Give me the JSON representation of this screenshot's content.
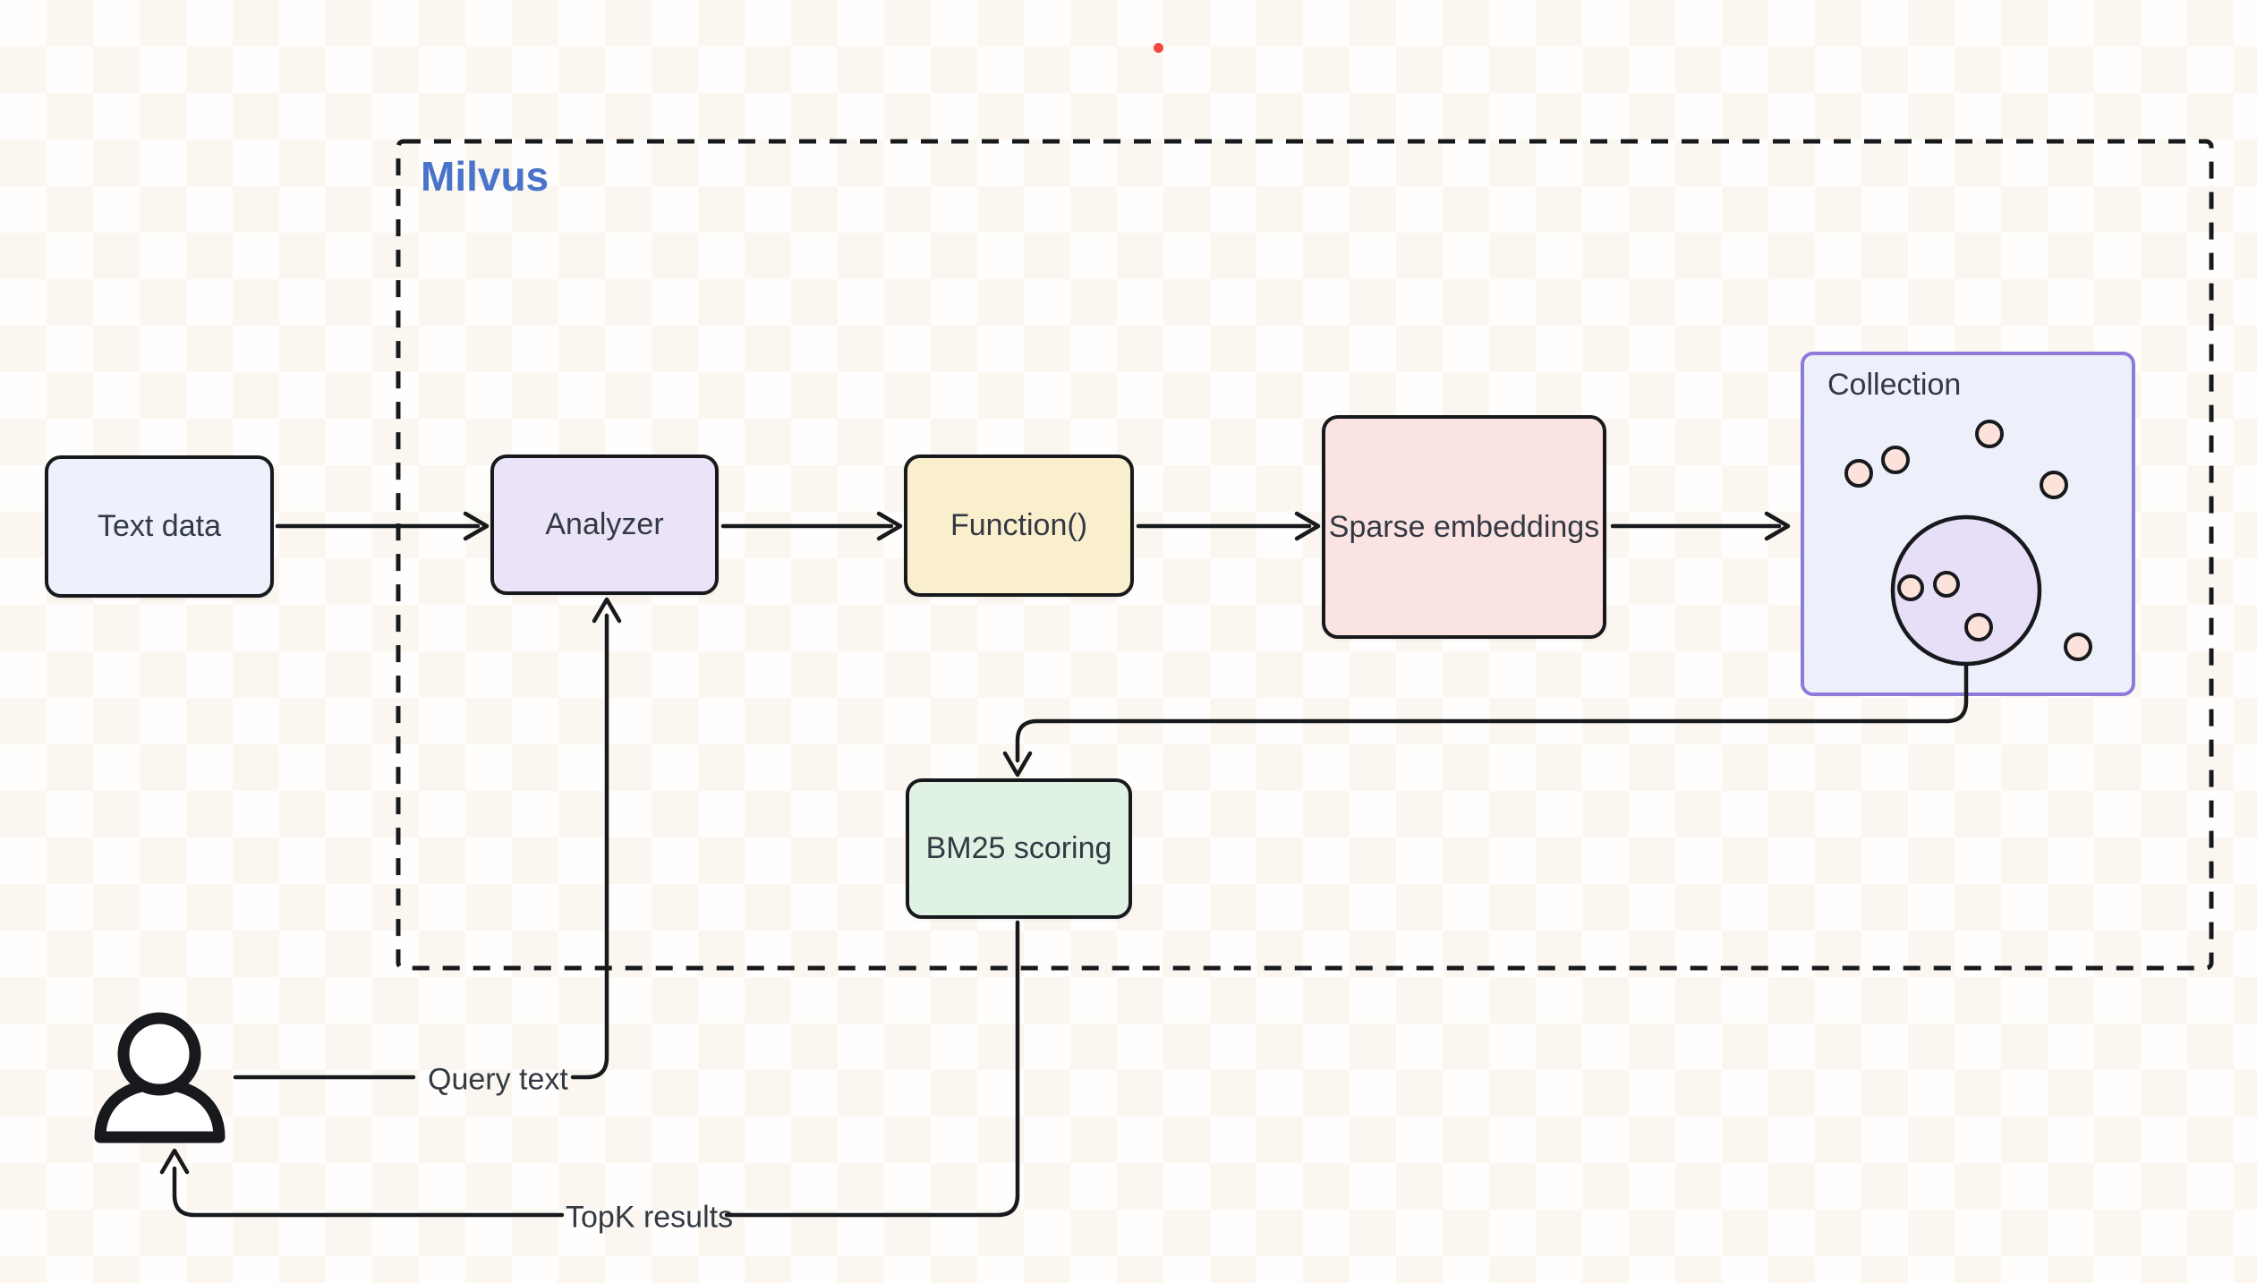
{
  "diagram": {
    "container": {
      "label": "Milvus",
      "label_color": "#4A74C9",
      "border_style": "black dashed rectangle"
    },
    "nodes": {
      "text_data": {
        "label": "Text data",
        "fill": "#EDF1FB"
      },
      "analyzer": {
        "label": "Analyzer",
        "fill": "#EBE4F8"
      },
      "function": {
        "label": "Function()",
        "fill": "#FAEFCD"
      },
      "sparse_embeddings": {
        "label": "Sparse embeddings",
        "fill": "#FBE3E2"
      },
      "bm25_scoring": {
        "label": "BM25 scoring",
        "fill": "#E0F2E4"
      },
      "collection": {
        "label": "Collection",
        "fill": "#EDF0FA",
        "border_color": "#8C7BD8"
      }
    },
    "collection_contents": {
      "scattered_dots": 5,
      "cluster_circle_dots": 3,
      "dot_fill": "#FBE2DA",
      "cluster_fill": "#E7DFF8"
    },
    "edge_labels": {
      "query_text": "Query text",
      "topk_results": "TopK results"
    },
    "actors": {
      "user": {
        "icon": "person-icon"
      }
    },
    "colors": {
      "line": "#17191C",
      "node_text": "#333942",
      "red_marker": "#F2493C"
    }
  }
}
